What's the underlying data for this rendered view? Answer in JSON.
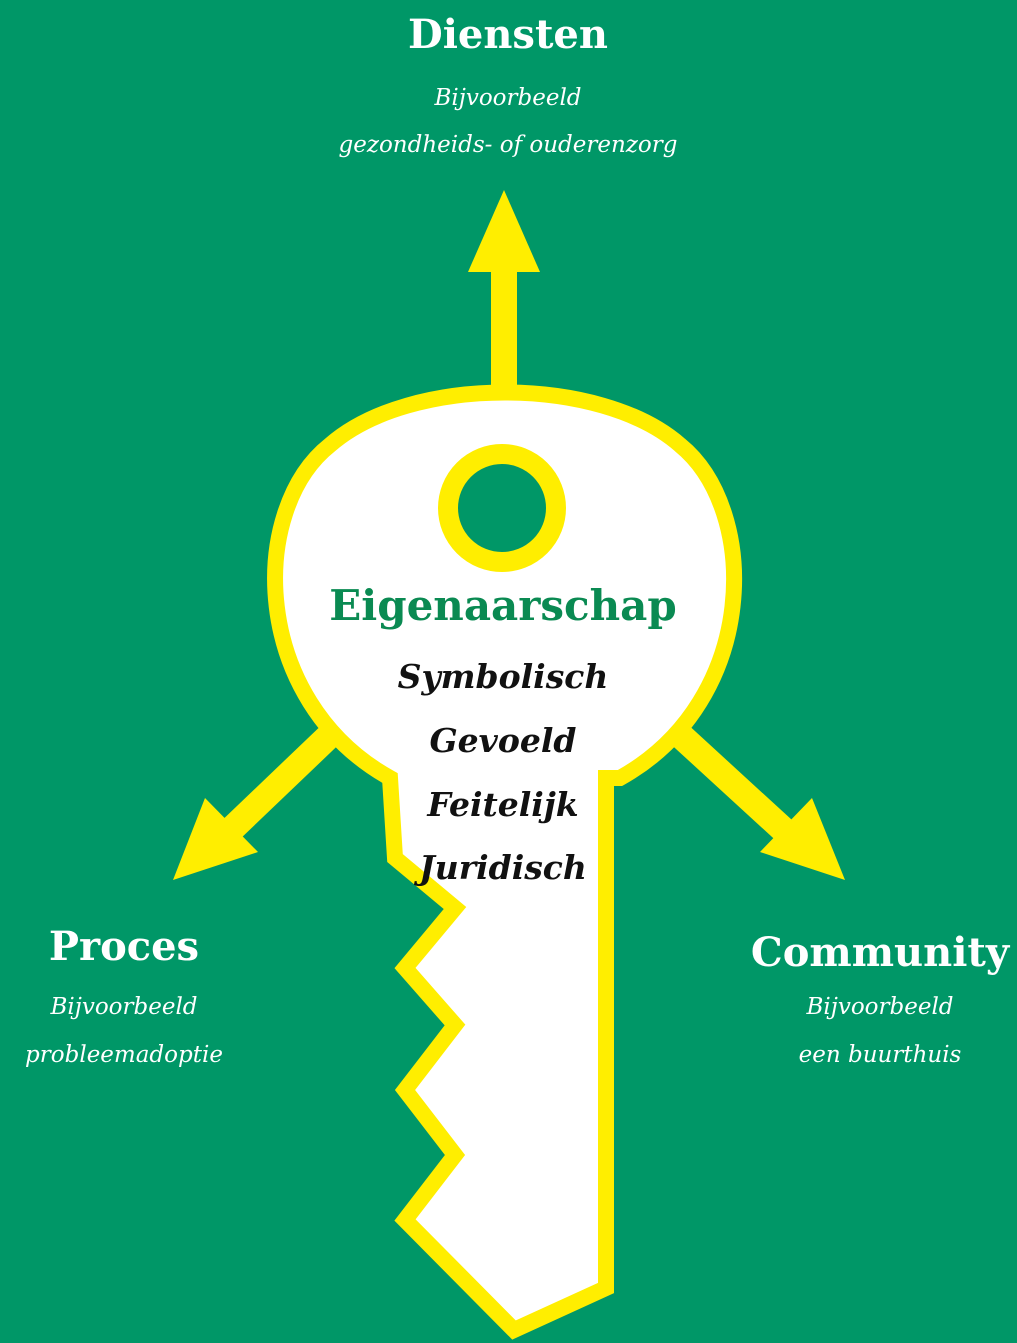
{
  "colors": {
    "background": "#009767",
    "accent_yellow": "#ffee00",
    "key_fill": "#ffffff",
    "center_title": "#0a8a52"
  },
  "icons": [
    "key-icon",
    "arrow-up-icon",
    "arrow-down-left-icon",
    "arrow-down-right-icon"
  ],
  "top": {
    "title": "Diensten",
    "sub_line1": "Bijvoorbeeld",
    "sub_line2": "gezondheids- of ouderenzorg"
  },
  "left": {
    "title": "Proces",
    "sub_line1": "Bijvoorbeeld",
    "sub_line2": "probleemadoptie"
  },
  "right": {
    "title": "Community",
    "sub_line1": "Bijvoorbeeld",
    "sub_line2": "een buurthuis"
  },
  "center": {
    "title": "Eigenaarschap",
    "kinds": [
      "Symbolisch",
      "Gevoeld",
      "Feitelijk",
      "Juridisch"
    ]
  }
}
